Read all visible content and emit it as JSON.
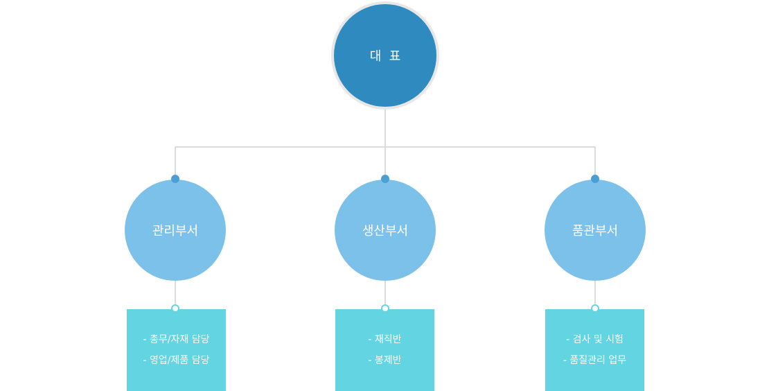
{
  "ceo": {
    "label": "대  표"
  },
  "departments": [
    {
      "name": "관리부서",
      "duties": [
        "- 총무/자재 담당",
        "- 영업/제품 담당"
      ]
    },
    {
      "name": "생산부서",
      "duties": [
        "- 재직반",
        "- 봉제반"
      ]
    },
    {
      "name": "품관부서",
      "duties": [
        "- 검사 및 시험",
        "- 품질관리 업무"
      ]
    }
  ],
  "colors": {
    "ceo_fill": "#2e8abf",
    "ceo_ring": "#e7e7e7",
    "department_fill": "#7cc1ea",
    "duty_fill": "#63d4e2",
    "connector": "#dcdcdc",
    "dot": "#4a9fd3"
  }
}
